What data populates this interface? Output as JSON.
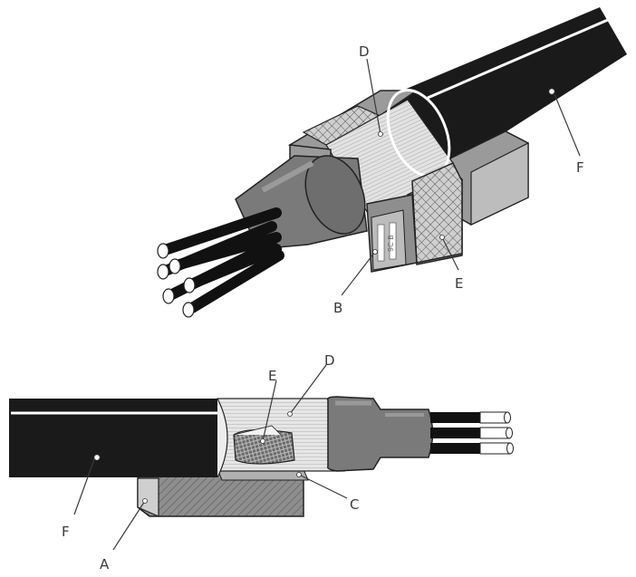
{
  "top_figure": {
    "labels": {
      "b": "B",
      "d": "D",
      "e": "E",
      "f": "F"
    },
    "marking": "9C B"
  },
  "bottom_figure": {
    "labels": {
      "a": "A",
      "c": "C",
      "d": "D",
      "e": "E",
      "f": "F"
    }
  },
  "colors": {
    "jacket": "#1a1a1a",
    "shroud": "#7a7a7a",
    "block_grey": "#a0a0a0",
    "armour": "#d8d8d8"
  }
}
